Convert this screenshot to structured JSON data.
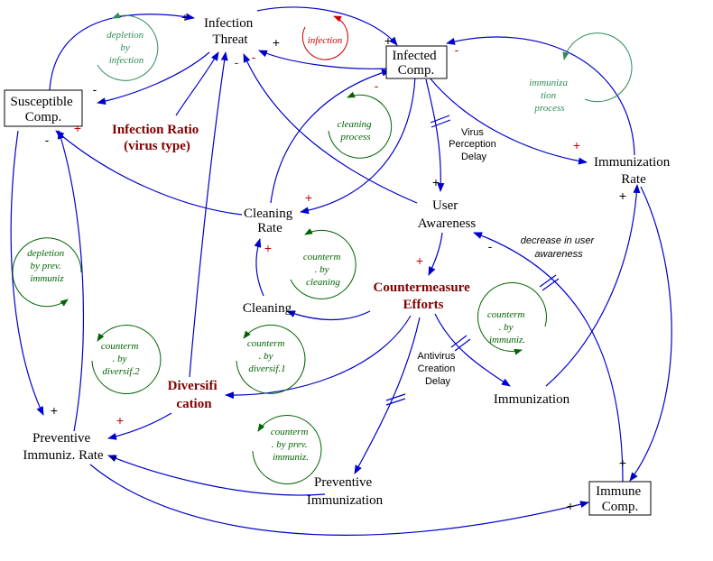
{
  "variables": {
    "infection_threat": [
      "Infection",
      "Threat"
    ],
    "infected_comp": [
      "Infected",
      "Comp."
    ],
    "susceptible_comp": [
      "Susceptible",
      "Comp."
    ],
    "infection_ratio": [
      "Infection Ratio",
      "(virus type)"
    ],
    "cleaning_rate": [
      "Cleaning",
      "Rate"
    ],
    "user_awareness": [
      "User",
      "Awareness"
    ],
    "immunization_rate": [
      "Immunization",
      "Rate"
    ],
    "countermeasure_efforts": [
      "Countermeasure",
      "Efforts"
    ],
    "cleaning": "Cleaning",
    "diversification": [
      "Diversifi",
      "cation"
    ],
    "immunization": "Immunization",
    "preventive_immuniz_rate": [
      "Preventive",
      "Immuniz. Rate"
    ],
    "preventive_immunization": [
      "Preventive",
      "Immunization"
    ],
    "immune_comp": [
      "Immune",
      "Comp."
    ]
  },
  "loops": {
    "depletion_by_infection": [
      "depletion",
      "by",
      "infection"
    ],
    "infection": "infection",
    "cleaning_process": [
      "cleaning",
      "process"
    ],
    "immunization_process": [
      "immuniza",
      "tion",
      "process"
    ],
    "depletion_by_prev_immuniz": [
      "depletion",
      "by prev.",
      "immuniz"
    ],
    "counterm_by_cleaning": [
      "counterm",
      ". by",
      "cleaning"
    ],
    "counterm_by_immuniz": [
      "counterm",
      ". by",
      "immuniz."
    ],
    "counterm_by_diversif2": [
      "counterm",
      ". by",
      "diversif.2"
    ],
    "counterm_by_diversif1": [
      "counterm",
      ". by",
      "diversif.1"
    ],
    "counterm_by_prev_immuniz": [
      "counterm",
      ". by prev.",
      "immuniz."
    ]
  },
  "notes": {
    "virus_perception_delay": [
      "Virus",
      "Perception",
      "Delay"
    ],
    "antivirus_creation_delay": [
      "Antivirus",
      "Creation",
      "Delay"
    ],
    "decrease_in_user_awareness": [
      "decrease in user",
      "awareness"
    ]
  },
  "polarity": {
    "plus": "+",
    "minus": "-"
  },
  "colors": {
    "arrow": "#0000cc",
    "red_variable": "#800000",
    "loop_green": "#006400",
    "loop_light_green": "#2e8b57",
    "loop_red": "#cc0000",
    "polarity_red": "#cc0000"
  }
}
